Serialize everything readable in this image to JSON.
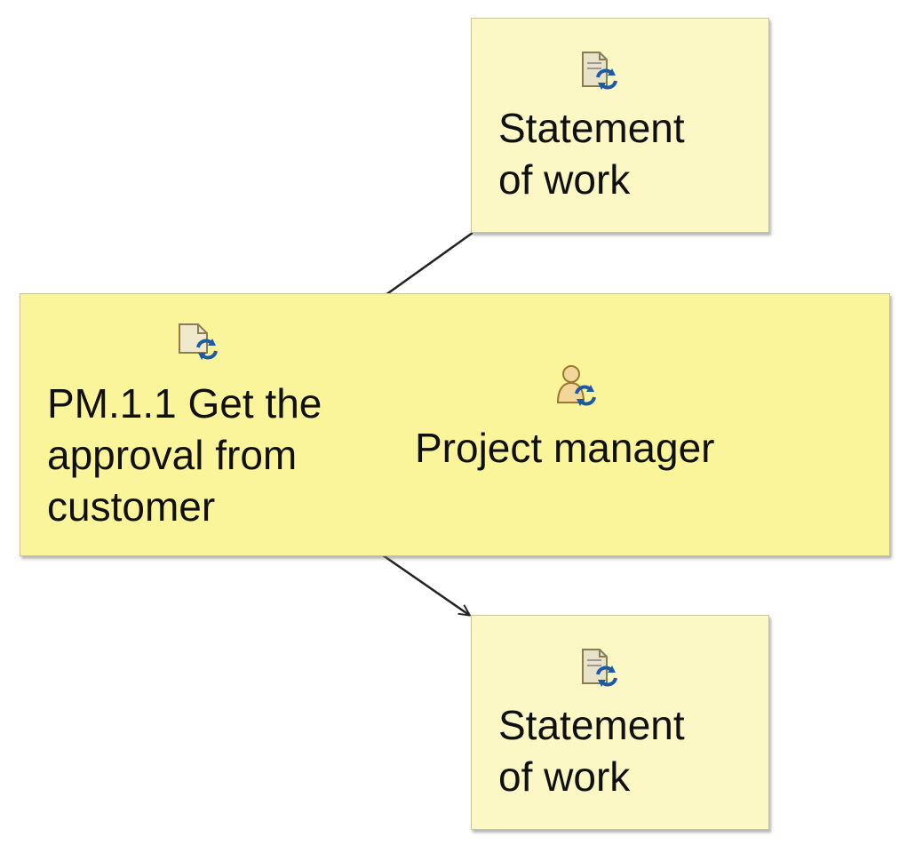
{
  "diagram": {
    "input_work_product": {
      "label": "Statement\nof work",
      "icon": "work-product-icon"
    },
    "task": {
      "label": "PM.1.1 Get the\napproval from\ncustomer",
      "icon": "task-icon",
      "role": {
        "label": "Project manager",
        "icon": "role-icon"
      }
    },
    "output_work_product": {
      "label": "Statement\nof work",
      "icon": "work-product-icon"
    },
    "connectors": [
      {
        "from": "input_work_product",
        "to": "task"
      },
      {
        "from": "task",
        "to": "output_work_product"
      }
    ]
  },
  "colors": {
    "work_product_fill": "#fbf8c6",
    "task_fill": "#faf59a",
    "icon_blue": "#1c5aa8",
    "icon_doc": "#e8e2c8",
    "arrow": "#222222"
  }
}
